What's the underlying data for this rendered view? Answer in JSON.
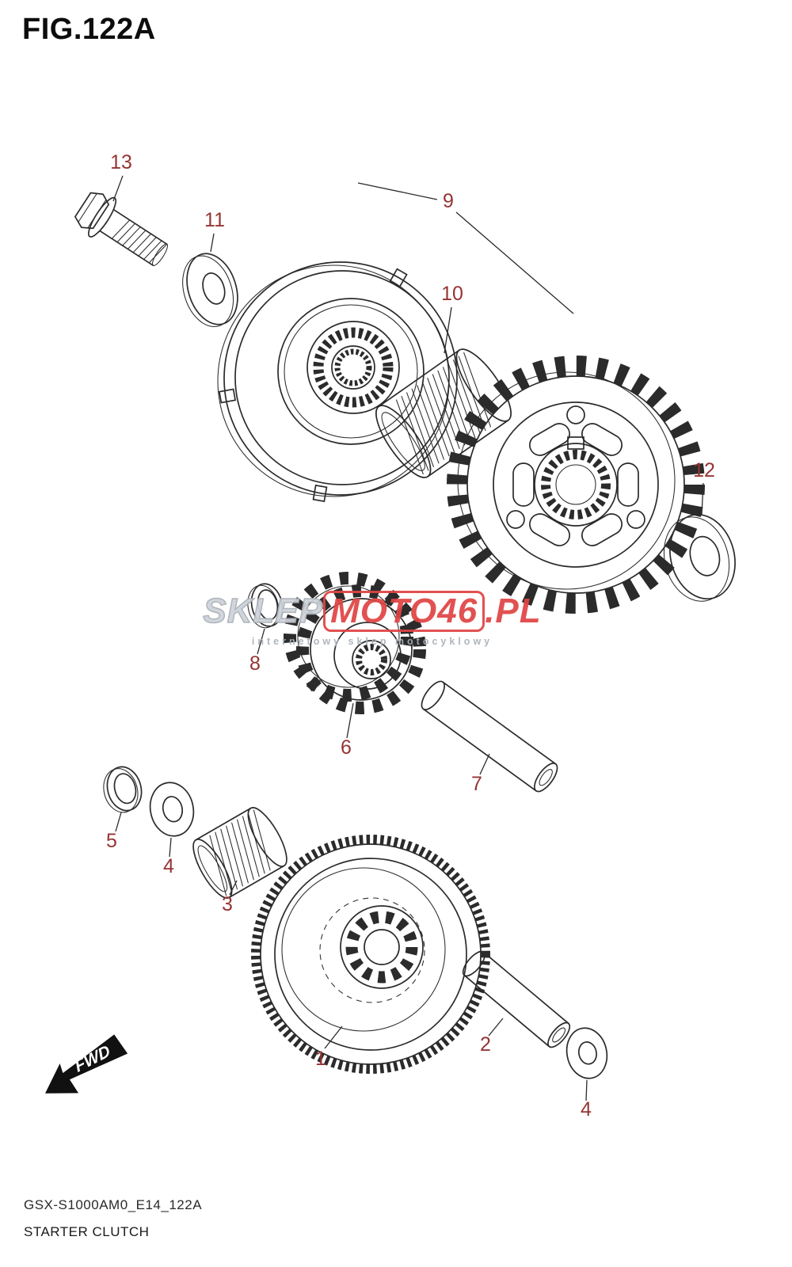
{
  "figure": {
    "title": "FIG.122A",
    "drawing_code": "GSX-S1000AM0_E14_122A",
    "drawing_title": "STARTER CLUTCH",
    "fwd_label": "FWD"
  },
  "watermark": {
    "prefix": "SKLEP",
    "boxed": "MOTO46",
    "suffix": ".PL",
    "subtitle": "internetowy sklep motocyklowy"
  },
  "callouts": {
    "c1": "1",
    "c2": "2",
    "c3": "3",
    "c4a": "4",
    "c4b": "4",
    "c5": "5",
    "c6": "6",
    "c7": "7",
    "c8": "8",
    "c9": "9",
    "c10": "10",
    "c11": "11",
    "c12": "12",
    "c13": "13"
  },
  "colors": {
    "line": "#2b2b2b",
    "callout": "#963434",
    "wm-red": "#e04444",
    "wm-gray": "#a9b0b7"
  }
}
